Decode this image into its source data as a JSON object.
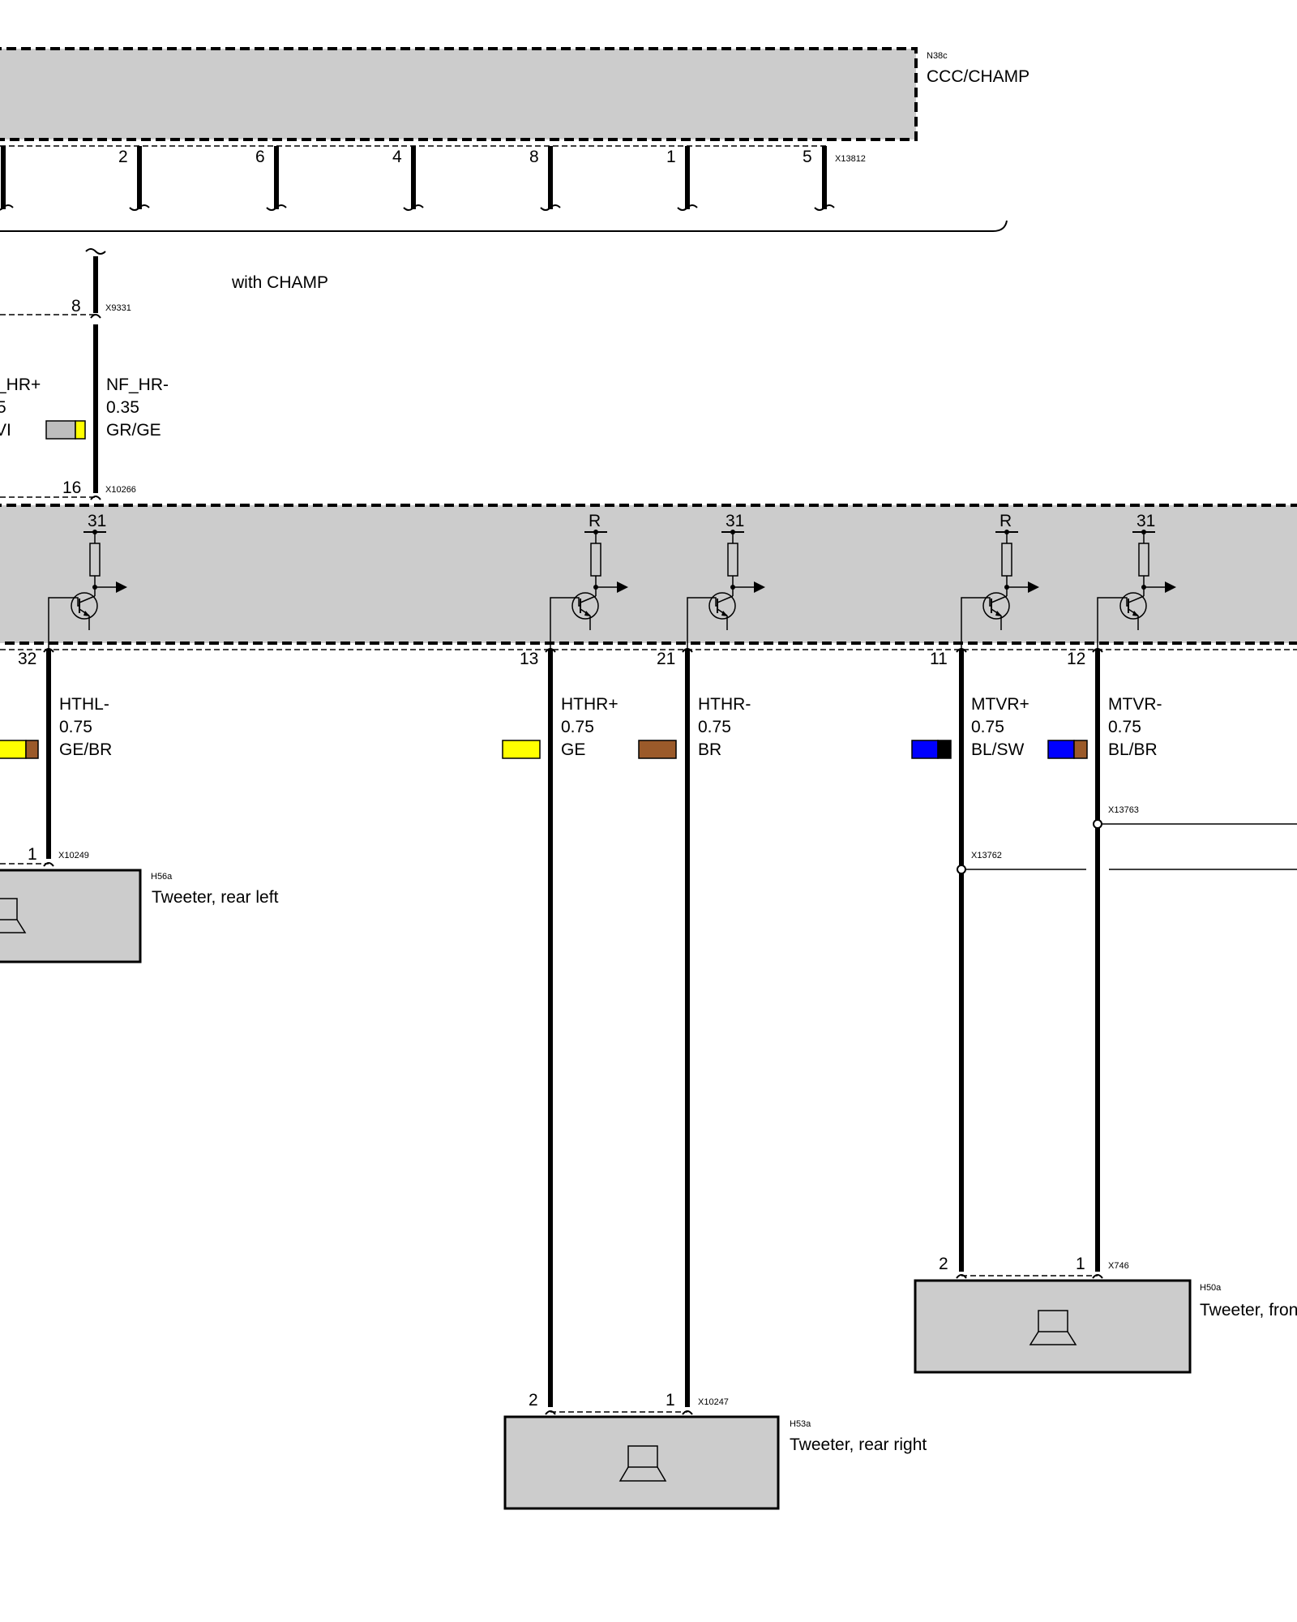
{
  "colors": {
    "module_fill": "#cccccc",
    "wire": "#000000",
    "GE": "#ffff00",
    "BR": "#9b5a2a",
    "GR": "#bdbdbd",
    "BL": "#0000ff",
    "SW": "#000000"
  },
  "ccc_module": {
    "ref": "N38c",
    "name": "CCC/CHAMP",
    "connector": "X13812",
    "pins": [
      "2",
      "6",
      "4",
      "8",
      "1",
      "5"
    ]
  },
  "harness_note": "with CHAMP",
  "nf_wire": {
    "partial_left_signal": "_HR+",
    "partial_left_size": "5",
    "partial_left_color": "VI",
    "top_connector": "X9331",
    "top_pin": "8",
    "signal": "NF_HR-",
    "size": "0.35",
    "color_code": "GR/GE",
    "bottom_connector": "X10266",
    "bottom_pin": "16"
  },
  "amplifier": {
    "supply_labels": [
      "31",
      "R",
      "31",
      "R",
      "31"
    ],
    "pins": [
      "32",
      "13",
      "21",
      "11",
      "12"
    ]
  },
  "wires": [
    {
      "pin": "32",
      "signal": "HTHL-",
      "size": "0.75",
      "color_code": "GE/BR"
    },
    {
      "pin": "13",
      "signal": "HTHR+",
      "size": "0.75",
      "color_code": "GE"
    },
    {
      "pin": "21",
      "signal": "HTHR-",
      "size": "0.75",
      "color_code": "BR"
    },
    {
      "pin": "11",
      "signal": "MTVR+",
      "size": "0.75",
      "color_code": "BL/SW"
    },
    {
      "pin": "12",
      "signal": "MTVR-",
      "size": "0.75",
      "color_code": "BL/BR"
    }
  ],
  "splices": [
    "X13762",
    "X13763"
  ],
  "components": [
    {
      "ref": "H56a",
      "name": "Tweeter, rear left",
      "connector": "X10249",
      "pins": [
        "1"
      ]
    },
    {
      "ref": "H53a",
      "name": "Tweeter, rear right",
      "connector": "X10247",
      "pins": [
        "2",
        "1"
      ]
    },
    {
      "ref": "H50a",
      "name": "Tweeter, fron",
      "connector": "X746",
      "pins": [
        "2",
        "1"
      ]
    }
  ]
}
